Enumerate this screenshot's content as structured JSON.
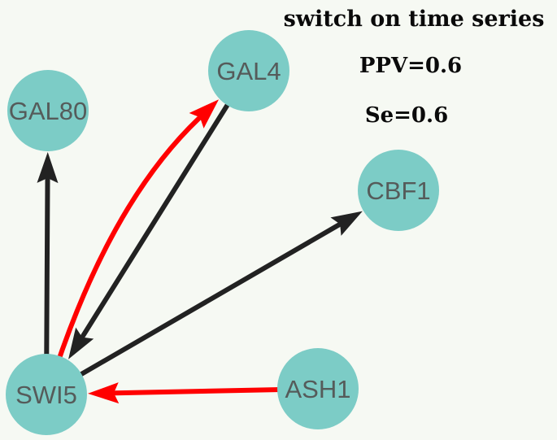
{
  "text": {
    "title": "switch on time series",
    "ppv": "PPV=0.6",
    "se": "Se=0.6"
  },
  "colors": {
    "background": "#f6f9f3",
    "node_fill": "#7cccc6",
    "node_label": "#555b5a",
    "edge_black": "#222222",
    "edge_red": "#ff0000"
  },
  "nodes": [
    {
      "id": "GAL80",
      "label": "GAL80"
    },
    {
      "id": "GAL4",
      "label": "GAL4"
    },
    {
      "id": "CBF1",
      "label": "CBF1"
    },
    {
      "id": "SWI5",
      "label": "SWI5"
    },
    {
      "id": "ASH1",
      "label": "ASH1"
    }
  ],
  "edges": [
    {
      "source": "SWI5",
      "target": "GAL80",
      "color": "black"
    },
    {
      "source": "SWI5",
      "target": "GAL4",
      "color": "red"
    },
    {
      "source": "GAL4",
      "target": "SWI5",
      "color": "black"
    },
    {
      "source": "SWI5",
      "target": "CBF1",
      "color": "black"
    },
    {
      "source": "ASH1",
      "target": "SWI5",
      "color": "red"
    }
  ]
}
